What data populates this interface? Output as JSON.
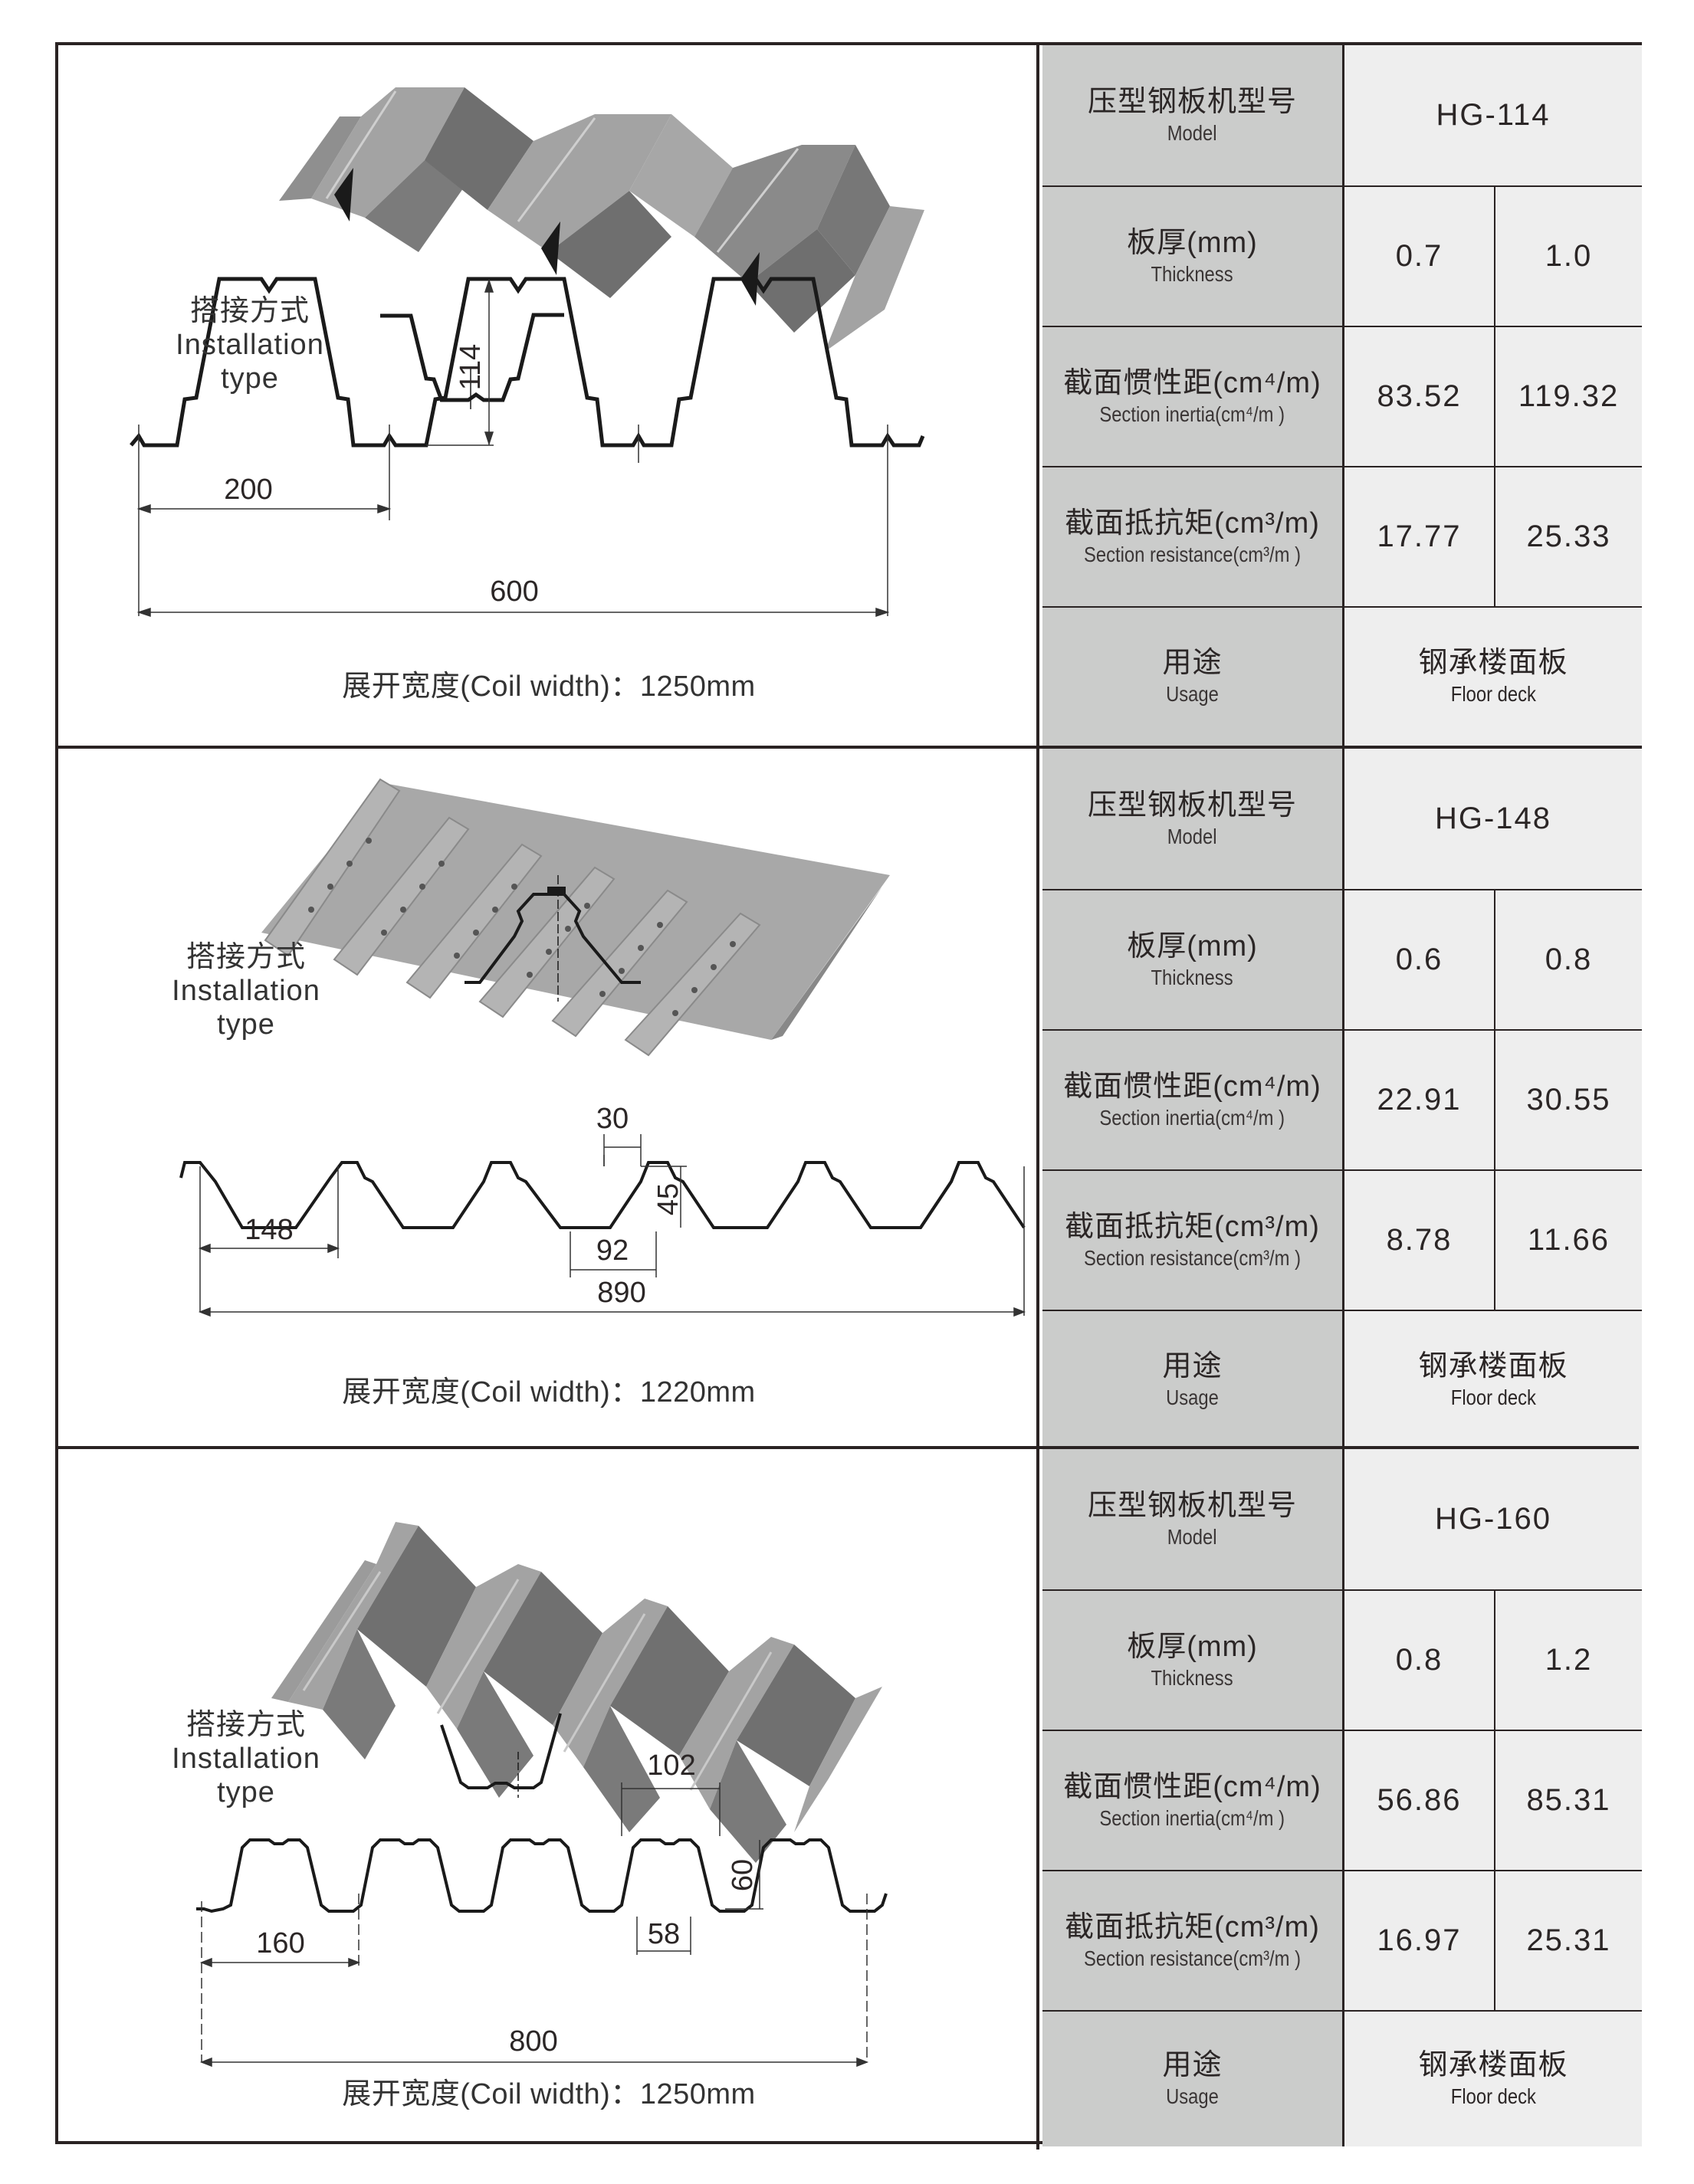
{
  "labels": {
    "install_zh": "搭接方式",
    "install_en": "Installation type",
    "model_zh": "压型钢板机型号",
    "model_en": "Model",
    "thickness_zh": "板厚(mm)",
    "thickness_en": "Thickness",
    "inertia_zh": "截面惯性距(cm⁴/m)",
    "inertia_en": "Section inertia(cm⁴/m )",
    "resistance_zh": "截面抵抗矩(cm³/m)",
    "resistance_en": "Section resistance(cm³/m )",
    "usage_zh": "用途",
    "usage_en": "Usage",
    "coil_prefix": "展开宽度(Coil width)："
  },
  "colors": {
    "border": "#2a2323",
    "label_bg": "#cbcccb",
    "value_bg": "#eeeeee",
    "steel_light": "#a9a9a9",
    "steel_dark": "#6e6e6e"
  },
  "products": [
    {
      "model": "HG-114",
      "thickness": [
        "0.7",
        "1.0"
      ],
      "inertia": [
        "83.52",
        "119.32"
      ],
      "resistance": [
        "17.77",
        "25.33"
      ],
      "usage_zh": "钢承楼面板",
      "usage_en": "Floor deck",
      "coil_width": "1250mm",
      "dimensions": {
        "pitch": "200",
        "cover_width": "600",
        "height": "114"
      }
    },
    {
      "model": "HG-148",
      "thickness": [
        "0.6",
        "0.8"
      ],
      "inertia": [
        "22.91",
        "30.55"
      ],
      "resistance": [
        "8.78",
        "11.66"
      ],
      "usage_zh": "钢承楼面板",
      "usage_en": "Floor deck",
      "coil_width": "1220mm",
      "dimensions": {
        "pitch": "148",
        "cover_width": "890",
        "height": "45",
        "top_width": "30",
        "bottom_width": "92"
      }
    },
    {
      "model": "HG-160",
      "thickness": [
        "0.8",
        "1.2"
      ],
      "inertia": [
        "56.86",
        "85.31"
      ],
      "resistance": [
        "16.97",
        "25.31"
      ],
      "usage_zh": "钢承楼面板",
      "usage_en": "Floor deck",
      "coil_width": "1250mm",
      "dimensions": {
        "pitch": "160",
        "cover_width": "800",
        "height": "60",
        "top_width": "102",
        "bottom_width": "58"
      }
    }
  ]
}
